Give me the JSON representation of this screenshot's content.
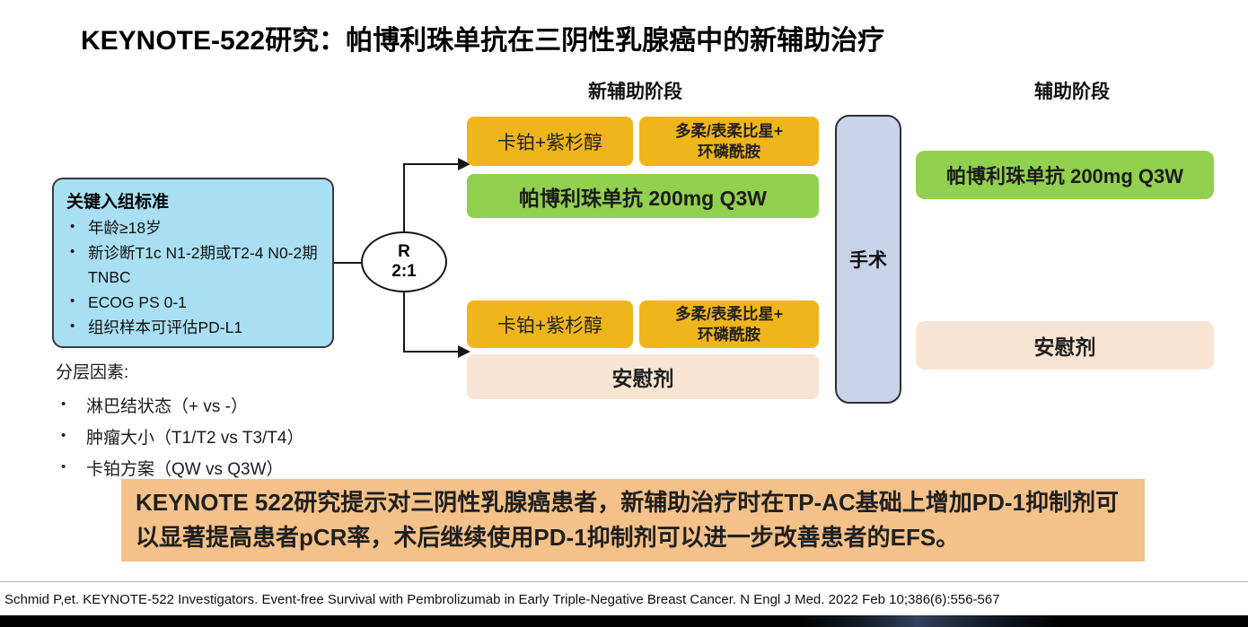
{
  "slide": {
    "title": "KEYNOTE-522研究：帕博利珠单抗在三阴性乳腺癌中的新辅助治疗"
  },
  "phase_headers": {
    "neoadjuvant": "新辅助阶段",
    "adjuvant": "辅助阶段"
  },
  "eligibility_box": {
    "title": "关键入组标准",
    "items": [
      "年龄≥18岁",
      "新诊断T1c N1-2期或T2-4 N0-2期TNBC",
      "ECOG PS 0-1",
      "组织样本可评估PD-L1"
    ]
  },
  "stratification": {
    "title": "分层因素:",
    "items": [
      "淋巴结状态（+ vs -）",
      "肿瘤大小（T1/T2 vs T3/T4）",
      "卡铂方案（QW vs Q3W）"
    ]
  },
  "randomization": {
    "label": "R",
    "ratio": "2:1"
  },
  "neoadjuvant_arms": {
    "pembro": {
      "chemo1": "卡铂+紫杉醇",
      "chemo2_lines": [
        "多柔/表柔比星+",
        "环磷酰胺"
      ],
      "agent": "帕博利珠单抗 200mg Q3W"
    },
    "placebo": {
      "chemo1": "卡铂+紫杉醇",
      "chemo2_lines": [
        "多柔/表柔比星+",
        "环磷酰胺"
      ],
      "agent": "安慰剂"
    }
  },
  "surgery_label": "手术",
  "adjuvant_arms": {
    "pembro": "帕博利珠单抗 200mg Q3W",
    "placebo": "安慰剂"
  },
  "summary": "KEYNOTE 522研究提示对三阴性乳腺癌患者，新辅助治疗时在TP-AC基础上增加PD-1抑制剂可以显著提高患者pCR率，术后继续使用PD-1抑制剂可以进一步改善患者的EFS。",
  "citation": "Schmid P,et. KEYNOTE-522 Investigators. Event-free Survival with Pembrolizumab in Early Triple-Negative Breast Cancer. N Engl J Med. 2022 Feb 10;386(6):556-567",
  "colors": {
    "chemo-yellow": "#F0B51B",
    "pembro-green": "#92D050",
    "placebo-pink": "#F8E4D3",
    "eligibility-blue": "#A9DFF2",
    "surgery-blue": "#C9D4EB",
    "summary-orange": "#F3C189",
    "box-border": "#3A3A3A"
  }
}
